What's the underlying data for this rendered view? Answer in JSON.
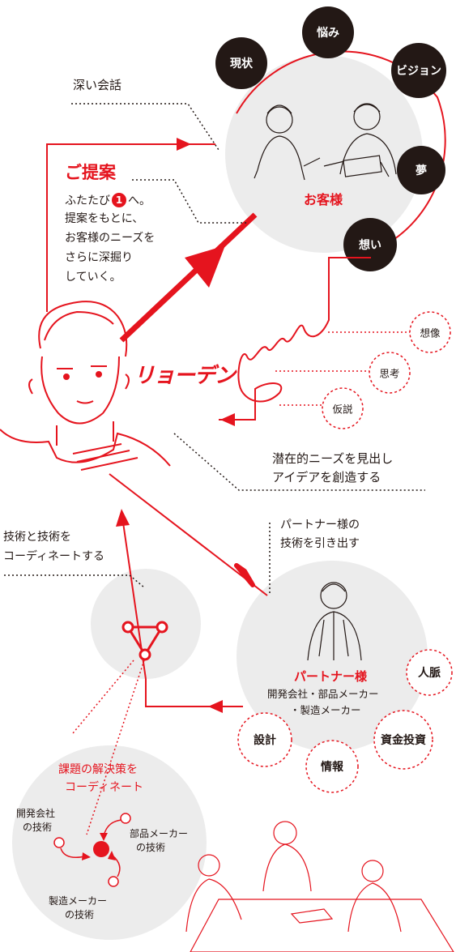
{
  "top_labels": {
    "deep_talk": "深い会話"
  },
  "customer": {
    "title": "お客様",
    "bubbles": [
      "現状",
      "悩み",
      "ビジョン",
      "夢",
      "想い"
    ]
  },
  "proposal": {
    "heading": "ご提案",
    "line1_prefix": "ふたたび",
    "line1_badge": "1",
    "line1_suffix": "へ。",
    "lines": [
      "提案をもとに、",
      "お客様のニーズを",
      "さらに深掘り",
      "していく。"
    ]
  },
  "ryoden": {
    "name": "リョーデン",
    "thoughts": [
      "想像",
      "思考",
      "仮説"
    ]
  },
  "latent_needs": {
    "lines": [
      "潜在的ニーズを見出し",
      "アイデアを創造する"
    ]
  },
  "partner_draw": {
    "lines": [
      "パートナー様の",
      "技術を引き出す"
    ]
  },
  "coordinate_tech": {
    "lines": [
      "技術と技術を",
      "コーディネートする"
    ]
  },
  "partner": {
    "title": "パートナー様",
    "sub1": "開発会社・部品メーカー",
    "sub2": "・製造メーカー",
    "bubbles": [
      "人脈",
      "設計",
      "情報",
      "資金投資"
    ]
  },
  "solution": {
    "lines": [
      "課題の解決策を",
      "コーディネート"
    ],
    "nodes": {
      "dev": [
        "開発会社",
        "の技術"
      ],
      "parts": [
        "部品メーカー",
        "の技術"
      ],
      "maker": [
        "製造メーカー",
        "の技術"
      ]
    }
  },
  "colors": {
    "accent": "#e5141e",
    "dark": "#231815",
    "gray": "#ececec"
  }
}
